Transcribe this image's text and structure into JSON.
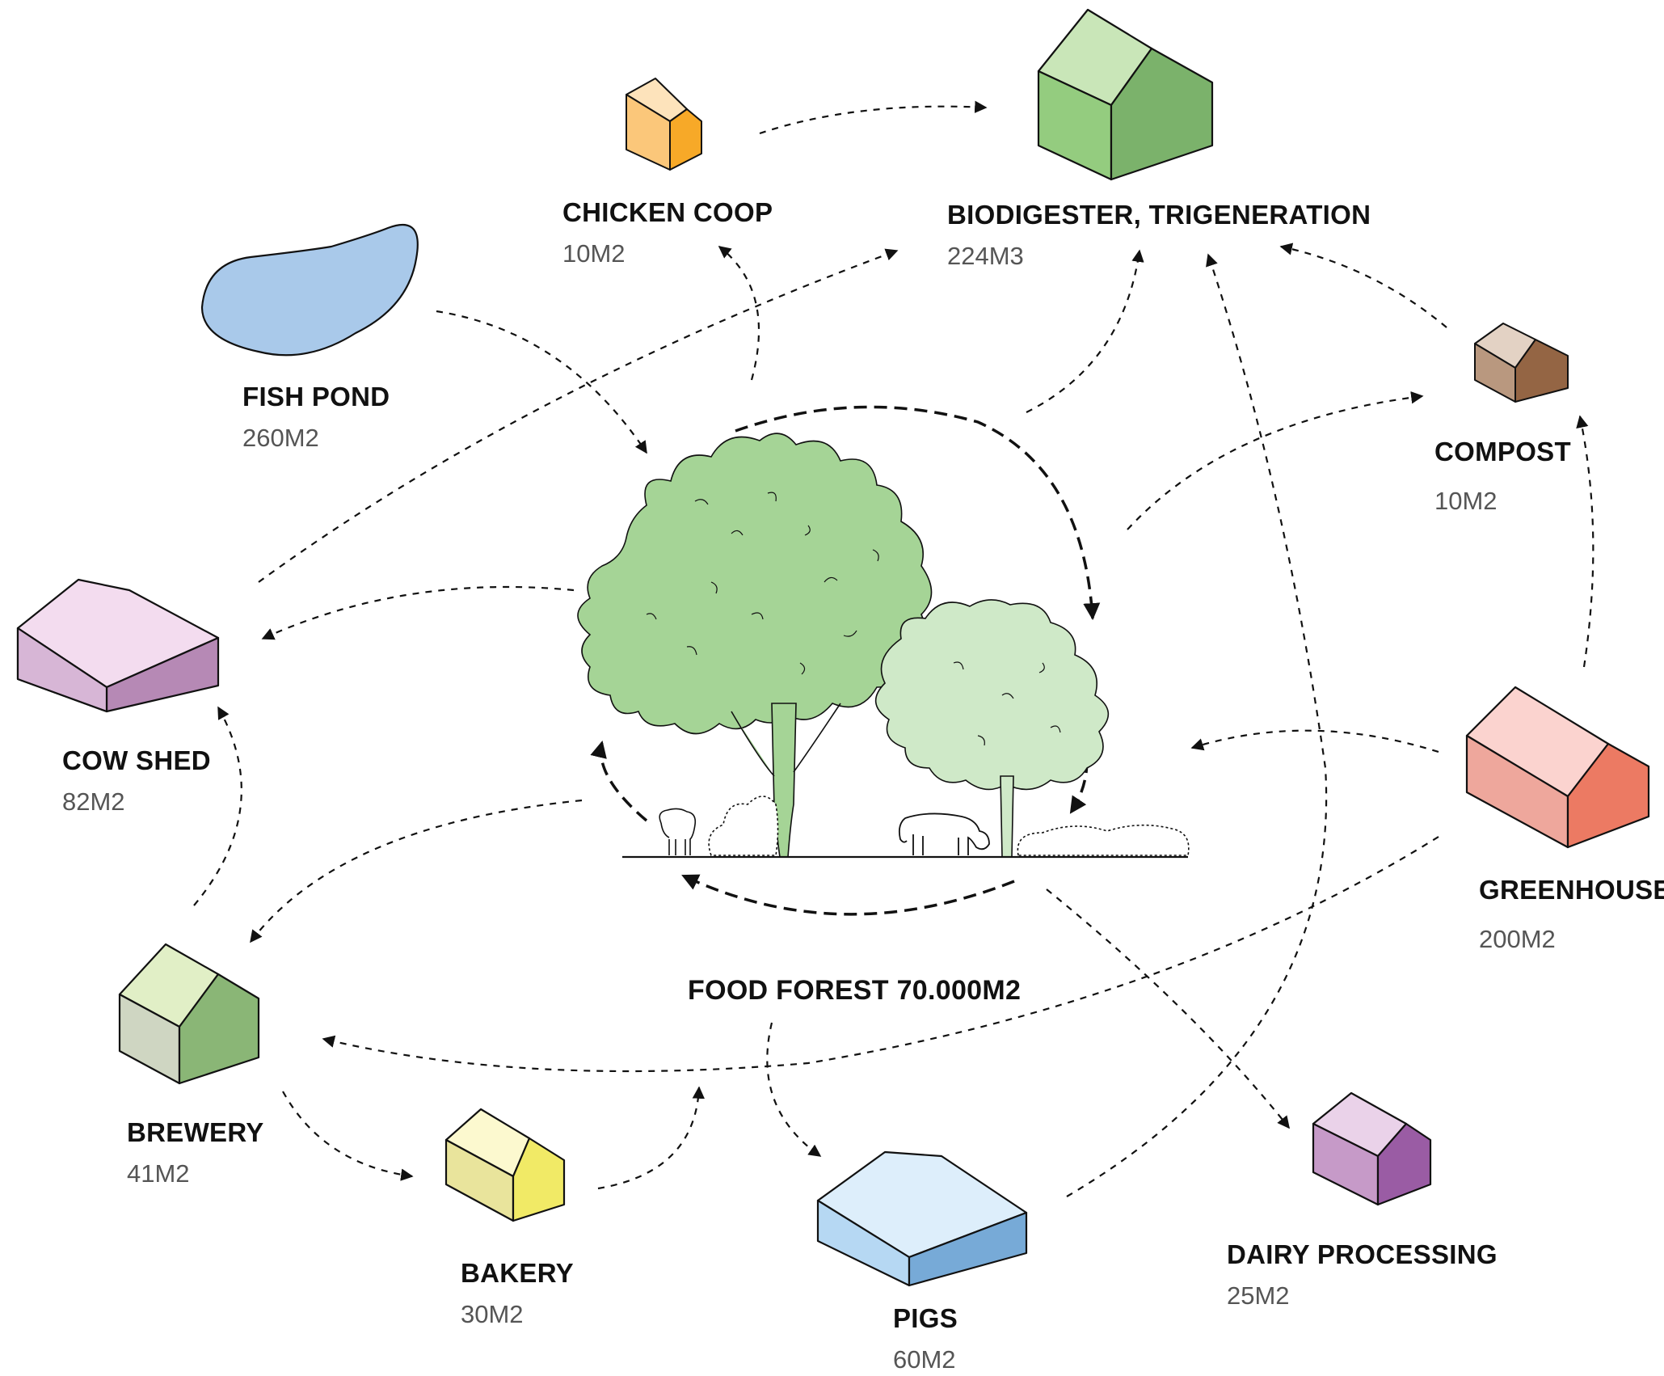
{
  "diagram": {
    "center": {
      "name": "FOOD FOREST 70.000M2"
    },
    "nodes": [
      {
        "id": "chicken-coop",
        "name": "CHICKEN COOP",
        "area": "10M2"
      },
      {
        "id": "biodigester",
        "name": "BIODIGESTER, TRIGENERATION",
        "area": "224M3"
      },
      {
        "id": "fish-pond",
        "name": "FISH POND",
        "area": "260M2"
      },
      {
        "id": "compost",
        "name": "COMPOST",
        "area": "10M2"
      },
      {
        "id": "cow-shed",
        "name": "COW SHED",
        "area": "82M2"
      },
      {
        "id": "greenhouse",
        "name": "GREENHOUSE",
        "area": "200M2"
      },
      {
        "id": "brewery",
        "name": "BREWERY",
        "area": "41M2"
      },
      {
        "id": "bakery",
        "name": "BAKERY",
        "area": "30M2"
      },
      {
        "id": "pigs",
        "name": "PIGS",
        "area": "60M2"
      },
      {
        "id": "dairy-processing",
        "name": "DAIRY PROCESSING",
        "area": "25M2"
      }
    ]
  },
  "colors": {
    "chicken_coop": [
      "#fde3bb",
      "#fbc77a",
      "#f7a928"
    ],
    "biodigester": [
      "#c9e6b8",
      "#94cc7f",
      "#7bb26b"
    ],
    "fish_pond": "#a9c9ea",
    "compost": [
      "#e3d2c4",
      "#b9987f",
      "#946544"
    ],
    "cow_shed": [
      "#f3dcef",
      "#d7b6d6",
      "#b689b5"
    ],
    "greenhouse": [
      "#fbd3cf",
      "#eea79c",
      "#ec7a63"
    ],
    "brewery": [
      "#e1efc6",
      "#cfd6c2",
      "#8ab676"
    ],
    "bakery": [
      "#fcf9cf",
      "#e9e49c",
      "#f1ea66"
    ],
    "pigs": [
      "#ddeefb",
      "#b6d8f3",
      "#77aad7"
    ],
    "dairy_processing": [
      "#ead2e9",
      "#c69ac8",
      "#9a5ca4"
    ],
    "tree_dark": "#a5d496",
    "tree_light": "#cfe9c8"
  }
}
